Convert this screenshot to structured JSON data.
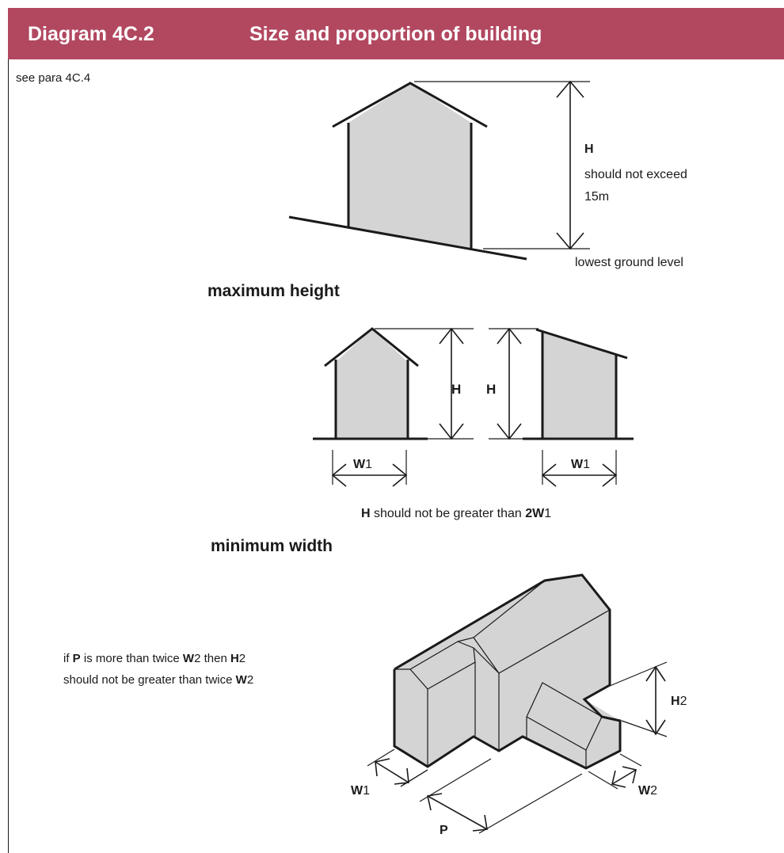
{
  "header": {
    "number": "Diagram 4C.2",
    "title": "Size and proportion of building"
  },
  "reference": "see para 4C.4",
  "section1": {
    "h_label": "H",
    "limit_line1": "should not exceed",
    "limit_line2": "15m",
    "ground_label": "lowest ground level",
    "caption": "maximum height"
  },
  "section2": {
    "left_h": "H",
    "right_h": "H",
    "left_w": "W",
    "left_w_sub": "1",
    "right_w": "W",
    "right_w_sub": "1",
    "rule_h": "H",
    "rule_text": " should not be greater than ",
    "rule_2w": "2W",
    "rule_sub": "1",
    "caption": "minimum width"
  },
  "section3": {
    "note1_a": "if ",
    "note1_p": "P",
    "note1_b": " is more than twice ",
    "note1_w": "W",
    "note1_c": "2 then ",
    "note1_h": "H",
    "note1_d": "2",
    "note2_a": "should not be greater than twice ",
    "note2_w": "W",
    "note2_b": "2",
    "w1": "W",
    "w1_sub": "1",
    "p": "P",
    "w2": "W",
    "w2_sub": "2",
    "h2": "H",
    "h2_sub": "2"
  }
}
